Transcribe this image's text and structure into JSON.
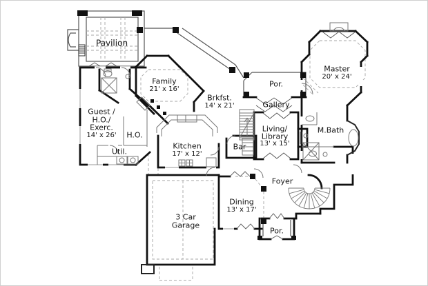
{
  "drawing": {
    "type": "architectural-first-floor-plan",
    "wall_color": "#111111",
    "thin_line_color": "#777777",
    "dash_color": "#999999",
    "background": "#ffffff"
  },
  "rooms": {
    "pavilion": {
      "name": "Pavilion"
    },
    "family": {
      "name": "Family",
      "dims": "21' x 16'"
    },
    "brkfst": {
      "name": "Brkfst.",
      "dims": "14' x 21'"
    },
    "por_top": {
      "name": "Por."
    },
    "gallery": {
      "name": "Gallery"
    },
    "master": {
      "name": "Master",
      "dims": "20' x 24'"
    },
    "guest": {
      "line1": "Guest /",
      "line2": "H.O./",
      "line3": "Exerc.",
      "dims": "14' x 26'"
    },
    "ho": {
      "name": "H.O."
    },
    "util": {
      "name": "Util."
    },
    "kitchen": {
      "name": "Kitchen",
      "dims": "17' x 12'"
    },
    "bar": {
      "name": "Bar"
    },
    "living": {
      "line1": "Living/",
      "line2": "Library",
      "dims": "13' x 15'"
    },
    "mbath": {
      "name": "M.Bath"
    },
    "foyer": {
      "name": "Foyer"
    },
    "dining": {
      "name": "Dining",
      "dims": "13' x 17'"
    },
    "garage": {
      "line1": "3 Car",
      "line2": "Garage"
    },
    "por_bottom": {
      "name": "Por."
    }
  }
}
